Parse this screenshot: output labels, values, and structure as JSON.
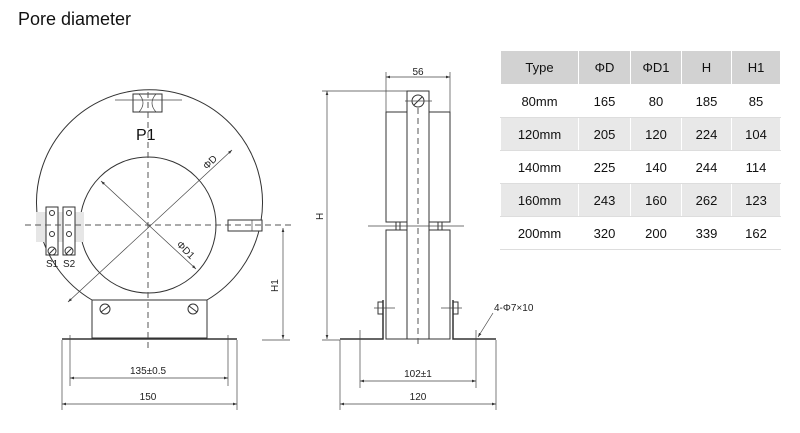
{
  "title": "Pore diameter",
  "front_view": {
    "label_p1": "P1",
    "label_od": "ΦD",
    "label_od1": "ΦD1",
    "label_s1": "S1",
    "label_s2": "S2",
    "label_h1": "H1",
    "dim_inner": "135±0.5",
    "dim_outer": "150"
  },
  "side_view": {
    "dim_top": "56",
    "label_h": "H",
    "dim_inner": "102±1",
    "dim_outer": "120",
    "hole_note": "4-Φ7×10"
  },
  "table": {
    "headers": [
      "Type",
      "ΦD",
      "ΦD1",
      "H",
      "H1"
    ],
    "rows": [
      [
        "80mm",
        "165",
        "80",
        "185",
        "85"
      ],
      [
        "120mm",
        "205",
        "120",
        "224",
        "104"
      ],
      [
        "140mm",
        "225",
        "140",
        "244",
        "114"
      ],
      [
        "160mm",
        "243",
        "160",
        "262",
        "123"
      ],
      [
        "200mm",
        "320",
        "200",
        "339",
        "162"
      ]
    ]
  }
}
